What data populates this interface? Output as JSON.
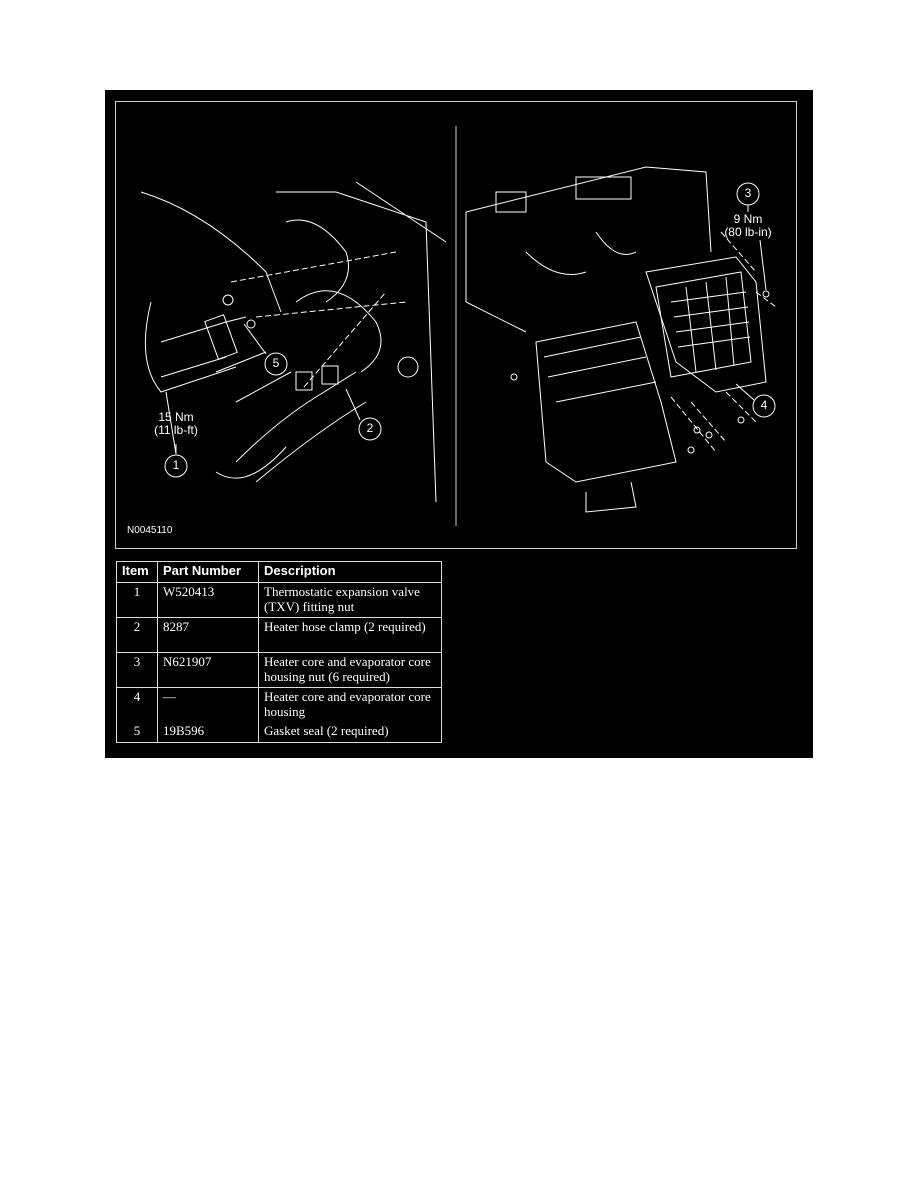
{
  "figure": {
    "id": "N0045110",
    "callouts": [
      {
        "number": "1",
        "torque": "15 Nm",
        "torque_alt": "(11 lb-ft)"
      },
      {
        "number": "2"
      },
      {
        "number": "3",
        "torque": "9 Nm",
        "torque_alt": "(80 lb-in)"
      },
      {
        "number": "4"
      },
      {
        "number": "5"
      }
    ]
  },
  "table": {
    "headers": [
      "Item",
      "Part Number",
      "Description"
    ],
    "rows": [
      {
        "item": "1",
        "part_number": "W520413",
        "description": "Thermostatic expansion valve (TXV) fitting nut"
      },
      {
        "item": "2",
        "part_number": "8287",
        "description": "Heater hose clamp (2 required)"
      },
      {
        "item": "3",
        "part_number": "N621907",
        "description": "Heater core and evaporator core housing nut (6 required)"
      },
      {
        "item": "4",
        "part_number": "—",
        "description": "Heater core and evaporator core housing"
      },
      {
        "item": "5",
        "part_number": "19B596",
        "description": "Gasket seal (2 required)"
      }
    ]
  }
}
